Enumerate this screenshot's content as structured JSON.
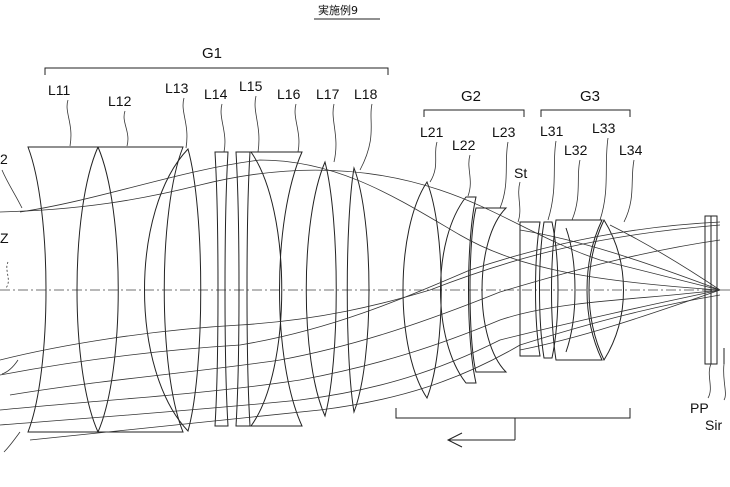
{
  "title": "実施例9",
  "groups": {
    "g1": "G1",
    "g2": "G2",
    "g3": "G3"
  },
  "lenses": {
    "l11": "L11",
    "l12": "L12",
    "l13": "L13",
    "l14": "L14",
    "l15": "L15",
    "l16": "L16",
    "l17": "L17",
    "l18": "L18",
    "l21": "L21",
    "l22": "L22",
    "l23": "L23",
    "l31": "L31",
    "l32": "L32",
    "l33": "L33",
    "l34": "L34"
  },
  "stop": "St",
  "prism": "PP",
  "sensor": "Sir",
  "left_partial": {
    "top": "2",
    "middle": "Z"
  }
}
